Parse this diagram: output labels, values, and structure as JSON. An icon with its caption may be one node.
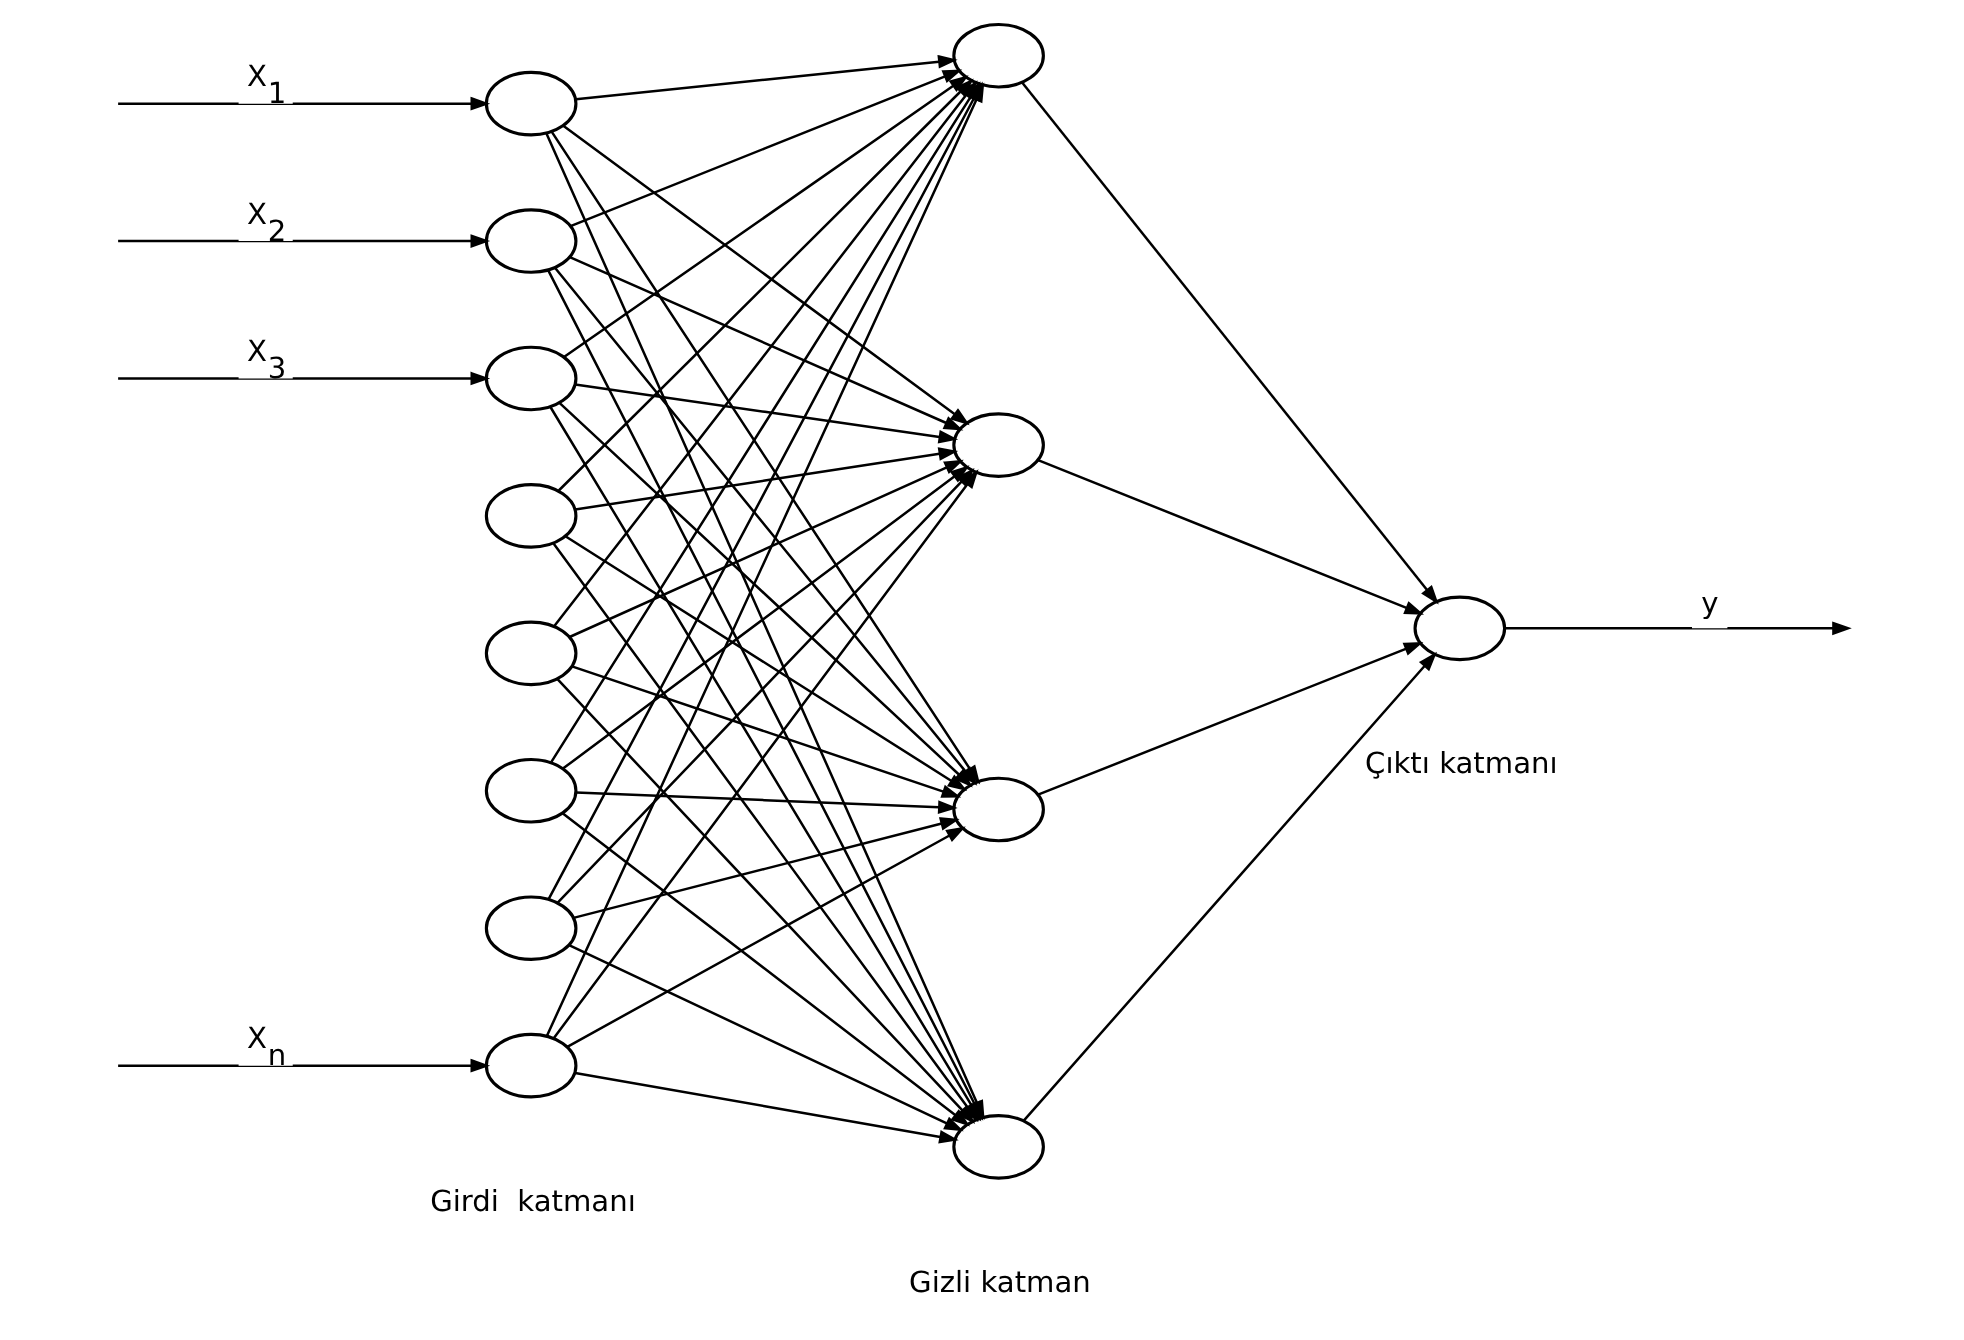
{
  "diagram": {
    "nodes": [
      {
        "text": [],
        "shape": "circle"
      },
      {
        "text": [],
        "shape": "circle"
      },
      {
        "text": [],
        "shape": "circle"
      },
      {
        "text": [],
        "shape": "circle"
      },
      {
        "text": [],
        "shape": "circle"
      },
      {
        "text": [],
        "shape": "circle"
      },
      {
        "text": [],
        "shape": "circle"
      },
      {
        "text": [],
        "shape": "circle"
      },
      {
        "text": [],
        "shape": "circle"
      },
      {
        "text": [],
        "shape": "circle"
      },
      {
        "text": [],
        "shape": "circle"
      },
      {
        "text": [],
        "shape": "circle"
      },
      {
        "text": [],
        "shape": "circle"
      }
    ],
    "edges": [
      {
        "from": null,
        "to": 0,
        "arrow": "to",
        "label": "X$_{1}$"
      },
      {
        "from": null,
        "to": 1,
        "arrow": "to",
        "label": "X$_{2}$"
      },
      {
        "from": null,
        "to": 2,
        "arrow": "to",
        "label": "X$_{3}$"
      },
      {
        "from": null,
        "to": 7,
        "arrow": "to",
        "label": "X$_{n}$"
      },
      {
        "from": 0,
        "to": 8,
        "arrow": "to"
      },
      {
        "from": 0,
        "to": 9,
        "arrow": "to"
      },
      {
        "from": 0,
        "to": 10,
        "arrow": "to"
      },
      {
        "from": 0,
        "to": 11,
        "arrow": "to"
      },
      {
        "from": 1,
        "to": 8,
        "arrow": "to"
      },
      {
        "from": 1,
        "to": 9,
        "arrow": "to"
      },
      {
        "from": 1,
        "to": 10,
        "arrow": "to"
      },
      {
        "from": 1,
        "to": 11,
        "arrow": "to"
      },
      {
        "from": 2,
        "to": 8,
        "arrow": "to"
      },
      {
        "from": 2,
        "to": 9,
        "arrow": "to"
      },
      {
        "from": 2,
        "to": 10,
        "arrow": "to"
      },
      {
        "from": 2,
        "to": 11,
        "arrow": "to"
      },
      {
        "from": 3,
        "to": 8,
        "arrow": "to"
      },
      {
        "from": 3,
        "to": 9,
        "arrow": "to"
      },
      {
        "from": 3,
        "to": 10,
        "arrow": "to"
      },
      {
        "from": 3,
        "to": 11,
        "arrow": "to"
      },
      {
        "from": 4,
        "to": 8,
        "arrow": "to"
      },
      {
        "from": 4,
        "to": 9,
        "arrow": "to"
      },
      {
        "from": 4,
        "to": 10,
        "arrow": "to"
      },
      {
        "from": 4,
        "to": 11,
        "arrow": "to"
      },
      {
        "from": 5,
        "to": 8,
        "arrow": "to"
      },
      {
        "from": 5,
        "to": 9,
        "arrow": "to"
      },
      {
        "from": 5,
        "to": 10,
        "arrow": "to"
      },
      {
        "from": 5,
        "to": 11,
        "arrow": "to"
      },
      {
        "from": 6,
        "to": 8,
        "arrow": "to"
      },
      {
        "from": 6,
        "to": 9,
        "arrow": "to"
      },
      {
        "from": 6,
        "to": 10,
        "arrow": "to"
      },
      {
        "from": 6,
        "to": 11,
        "arrow": "to"
      },
      {
        "from": 7,
        "to": 8,
        "arrow": "to"
      },
      {
        "from": 7,
        "to": 9,
        "arrow": "to"
      },
      {
        "from": 7,
        "to": 10,
        "arrow": "to"
      },
      {
        "from": 7,
        "to": 11,
        "arrow": "to"
      },
      {
        "from": 8,
        "to": 12,
        "arrow": "to"
      },
      {
        "from": 9,
        "to": 12,
        "arrow": "to"
      },
      {
        "from": 10,
        "to": 12,
        "arrow": "to"
      },
      {
        "from": 11,
        "to": 12,
        "arrow": "to"
      },
      {
        "from": 12,
        "to": null,
        "arrow": "to",
        "label": "y"
      }
    ],
    "labels": [
      "Girdi  katmanı",
      "Gizli katman",
      "Çıktı katmanı"
    ]
  }
}
